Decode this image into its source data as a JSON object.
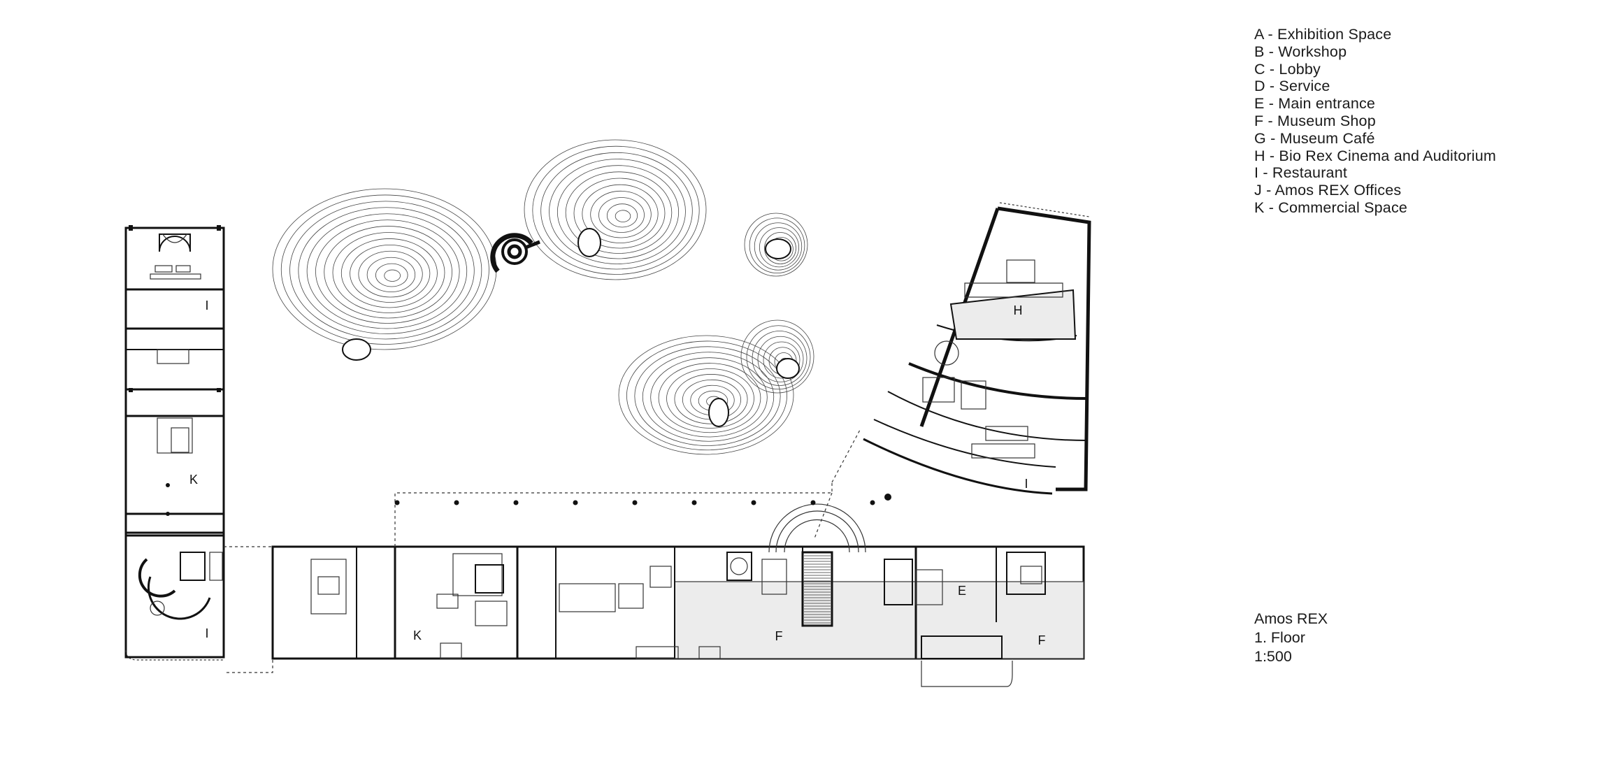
{
  "legend": {
    "items": [
      "A - Exhibition Space",
      "B - Workshop",
      "C - Lobby",
      "D - Service",
      "E - Main entrance",
      "F - Museum Shop",
      "G - Museum Café",
      "H - Bio Rex Cinema and Auditorium",
      "I  - Restaurant",
      "J - Amos REX Offices",
      "K - Commercial Space"
    ]
  },
  "caption": {
    "name": "Amos REX",
    "floor": "1. Floor",
    "scale": "1:500"
  },
  "plan_labels": {
    "i_west": "I",
    "k_west": "K",
    "i_southwest": "I",
    "k_south": "K",
    "f_center": "F",
    "e_entrance": "E",
    "f_east": "F",
    "h_cinema": "H",
    "i_east": "I"
  },
  "colors": {
    "line": "#111111",
    "shop_fill": "#ececec",
    "background": "#ffffff"
  }
}
